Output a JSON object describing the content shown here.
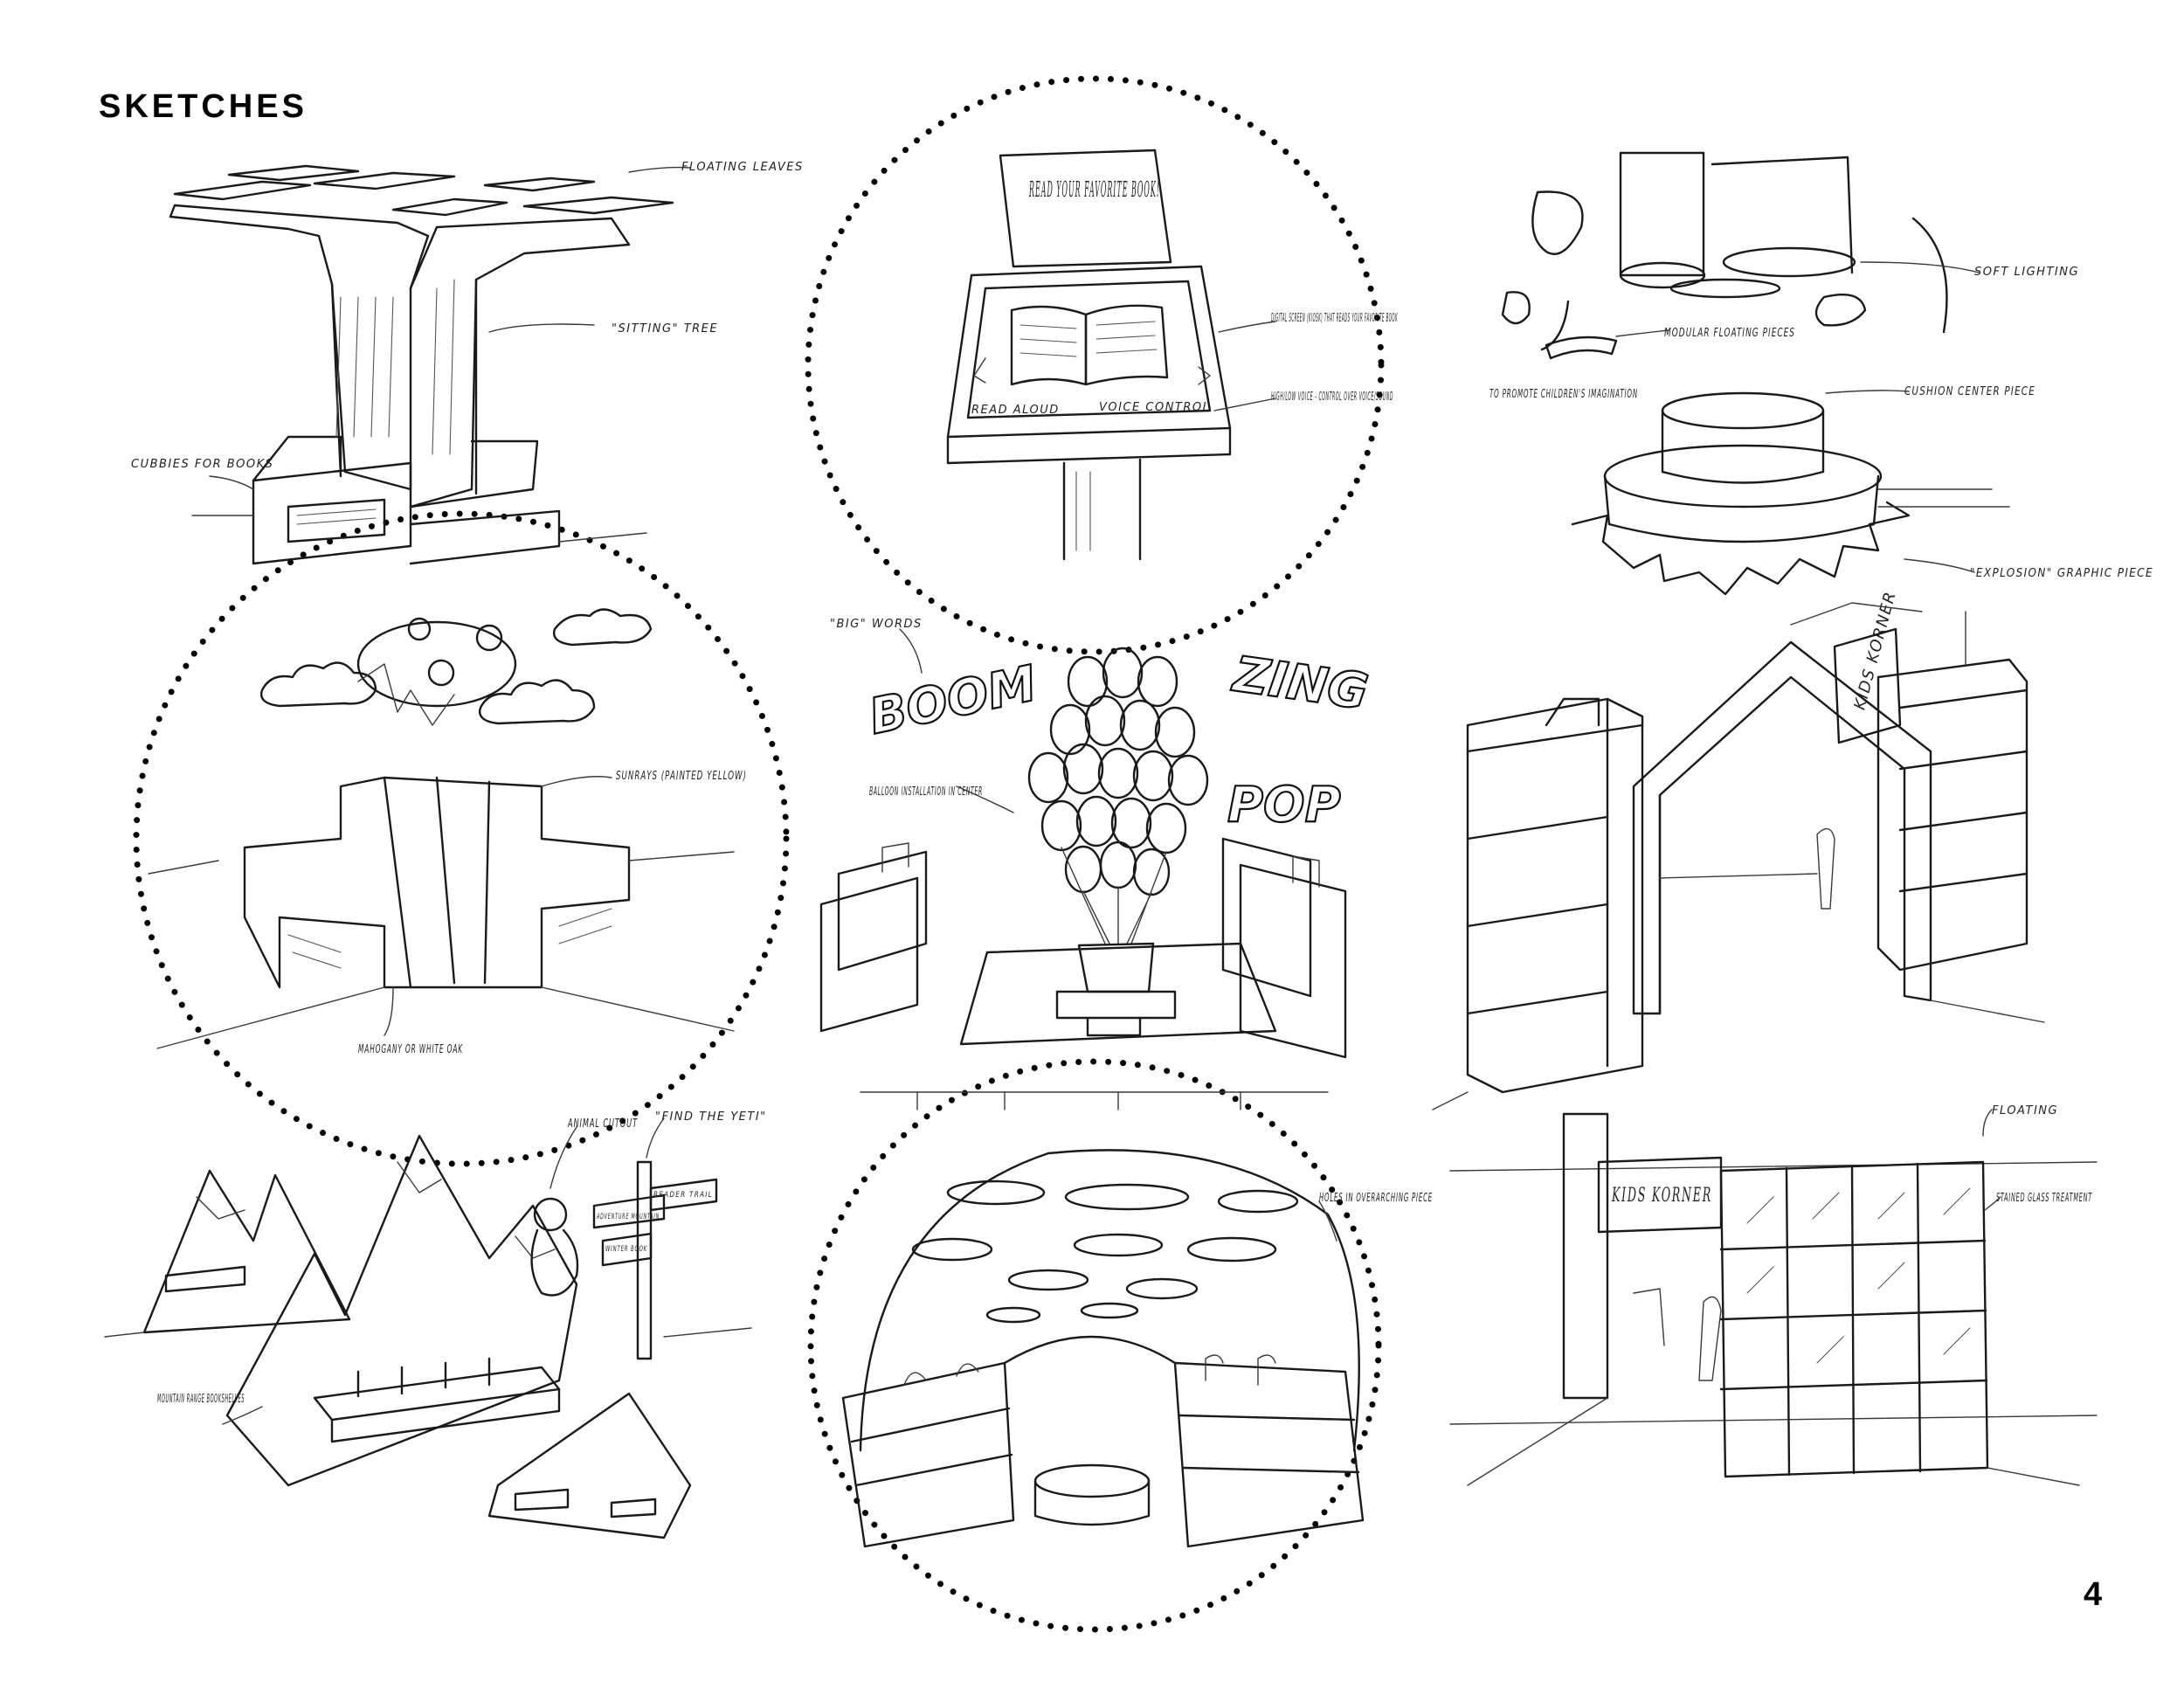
{
  "page": {
    "title": "SKETCHES",
    "number": "4"
  },
  "sketches": {
    "tree": {
      "notes": [
        "FLOATING LEAVES",
        "\"SITTING\" TREE",
        "CUBBIES FOR BOOKS"
      ]
    },
    "kiosk": {
      "sign": "READ YOUR FAVORITE BOOK!",
      "notes": [
        "DIGITAL SCREEN (KIOSK) THAT READS YOUR FAVORITE BOOK",
        "HIGH/LOW VOICE - CONTROL OVER VOICE/SOUND"
      ],
      "buttons": [
        "READ ALOUD",
        "VOICE CONTROL"
      ]
    },
    "floating": {
      "notes": [
        "SOFT LIGHTING",
        "MODULAR FLOATING PIECES",
        "TO PROMOTE CHILDREN'S IMAGINATION",
        "CUSHION CENTER PIECE",
        "\"EXPLOSION\" GRAPHIC PIECE"
      ]
    },
    "sun": {
      "notes": [
        "SUNRAYS (PAINTED YELLOW)",
        "MAHOGANY OR WHITE OAK"
      ]
    },
    "balloons": {
      "notes": [
        "\"BIG\" WORDS",
        "BALLOON INSTALLATION IN CENTER"
      ],
      "words": [
        "BOOM",
        "ZING",
        "POP"
      ]
    },
    "house": {
      "sign": "KIDS KORNER"
    },
    "mountains": {
      "notes": [
        "ANIMAL CUTOUT",
        "\"FIND THE YETI\"",
        "MOUNTAIN RANGE BOOKSHELVES"
      ],
      "signs": [
        "ADVENTURE MOUNTAIN",
        "READER TRAIL",
        "WINTER BOOK"
      ]
    },
    "dome": {
      "notes": [
        "HOLES IN OVERARCHING PIECE"
      ]
    },
    "glass": {
      "sign": "KIDS KORNER",
      "notes": [
        "FLOATING",
        "STAINED GLASS TREATMENT"
      ]
    }
  }
}
